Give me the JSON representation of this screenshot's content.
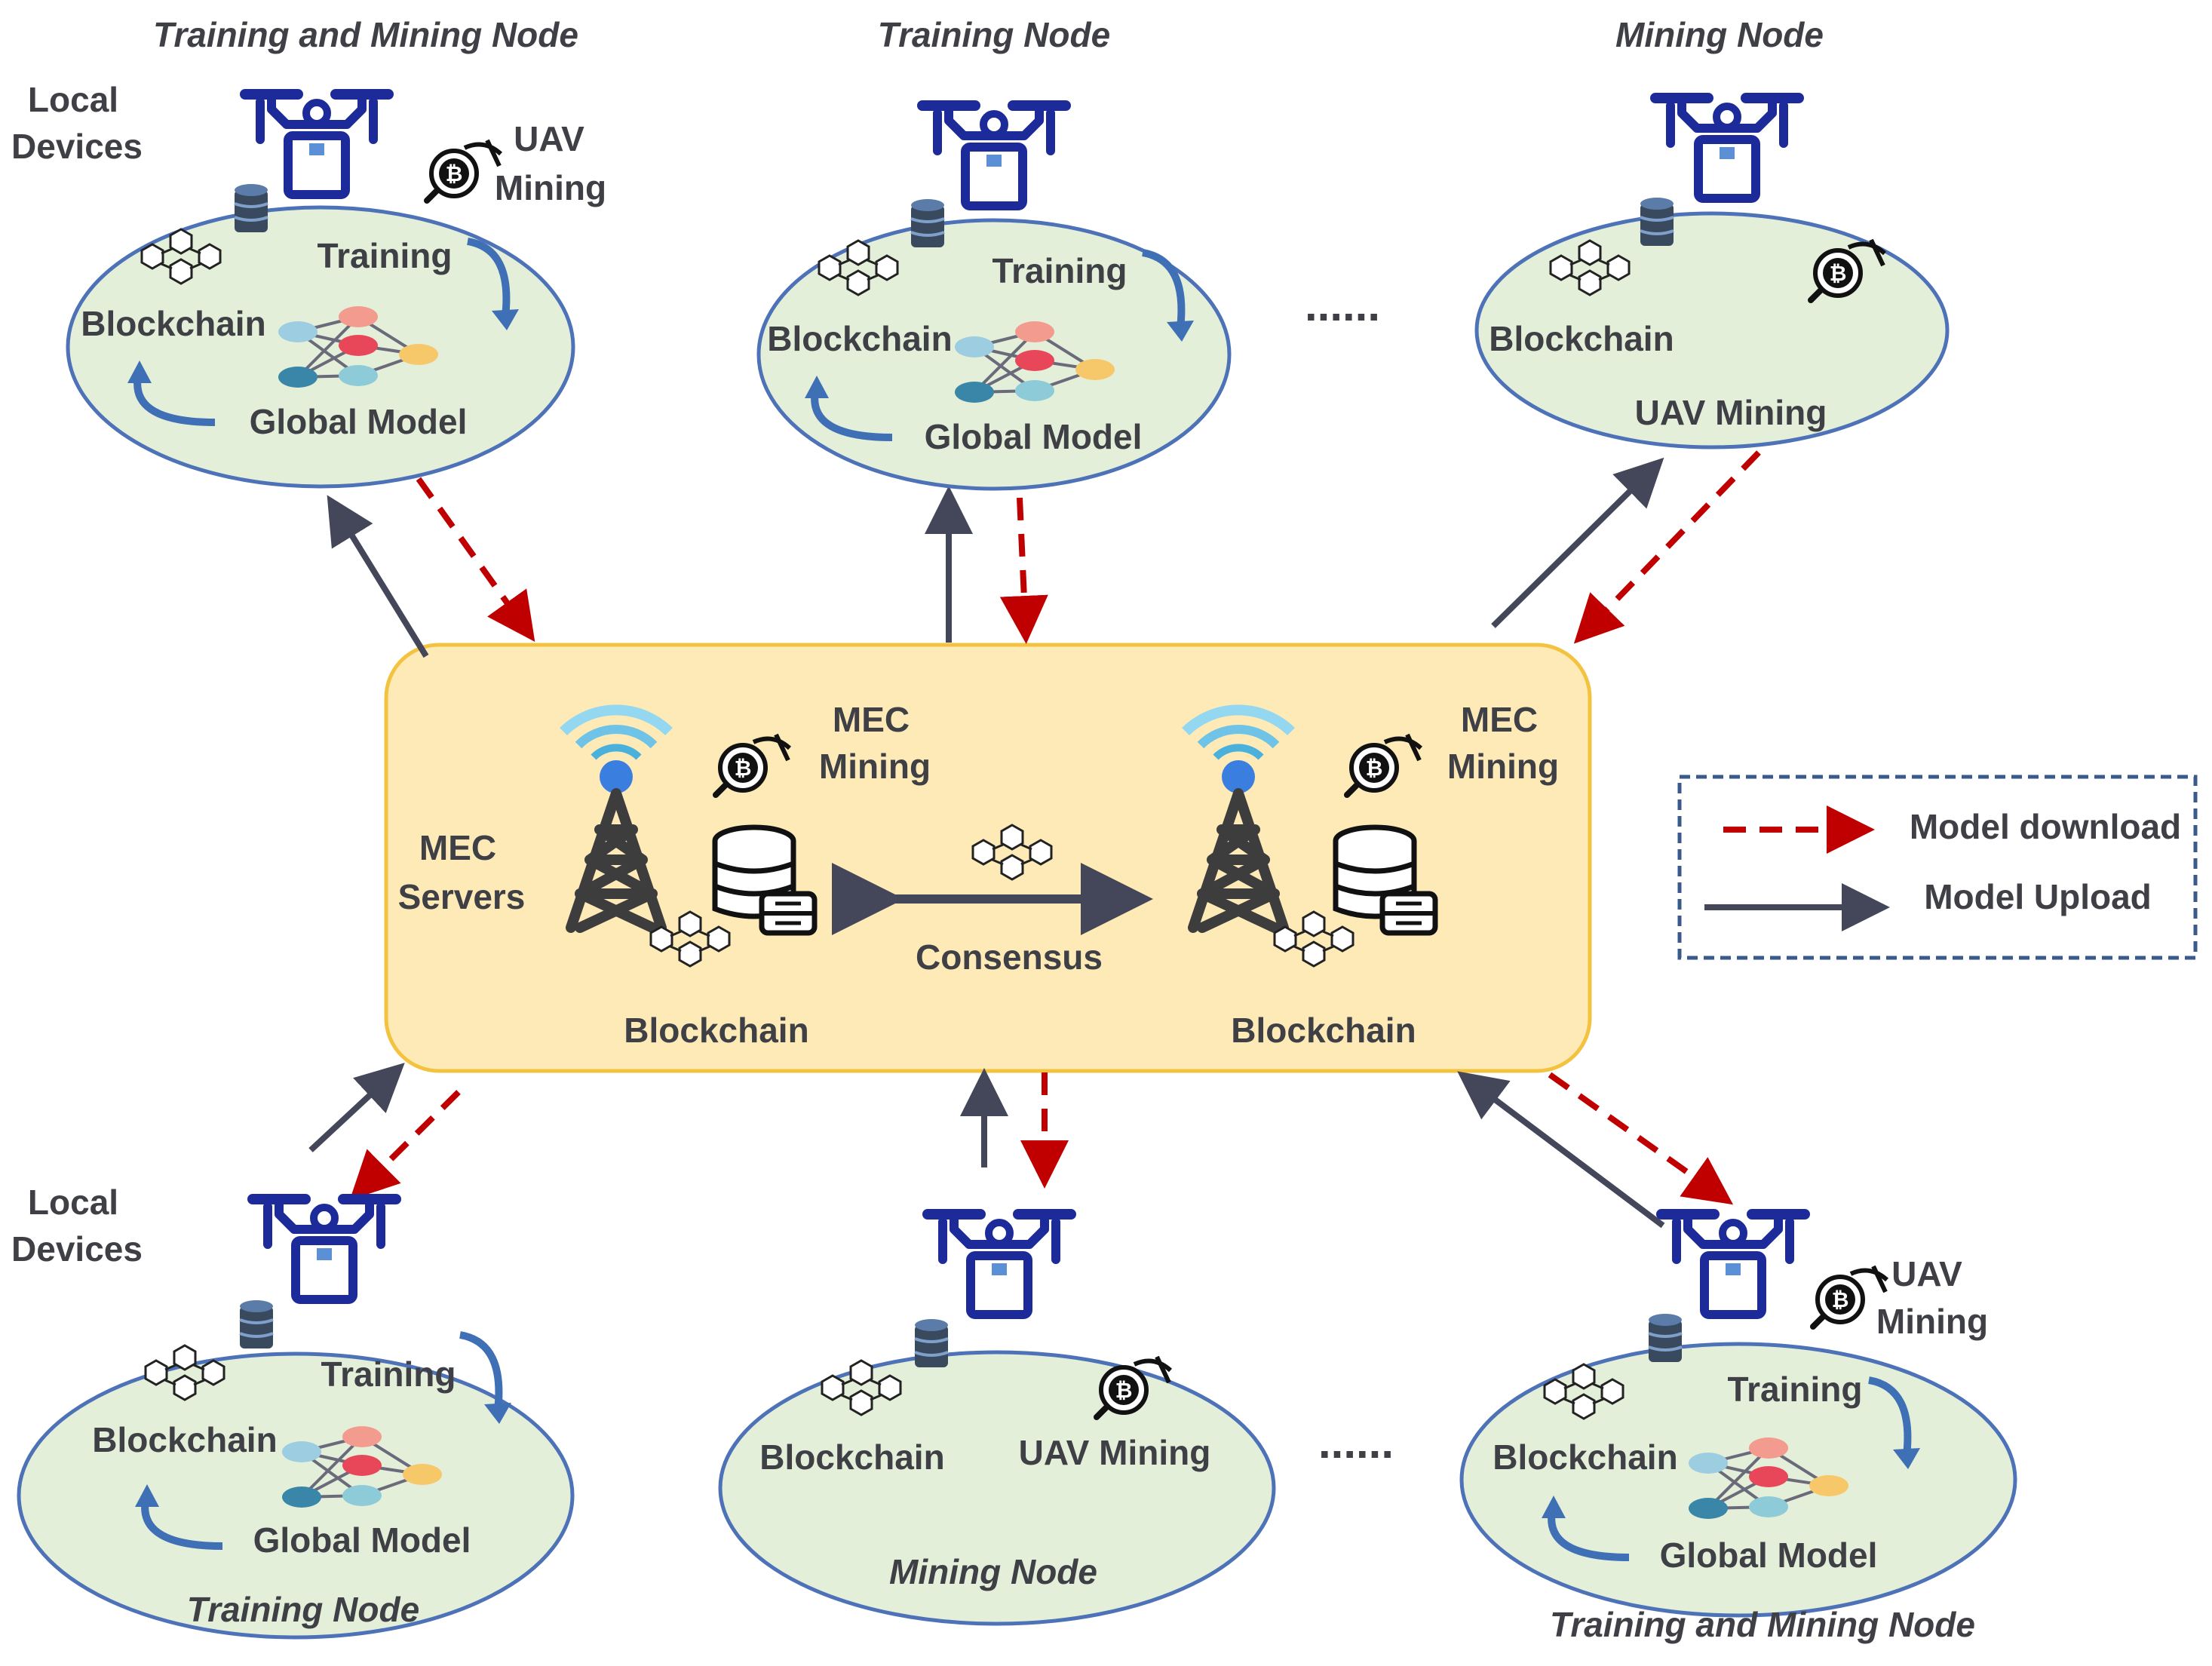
{
  "top_nodes": [
    {
      "title": "Training and Mining Node",
      "side_label_1": "Local",
      "side_label_2": "Devices",
      "mining_label_1": "UAV",
      "mining_label_2": "Mining",
      "blockchain": "Blockchain",
      "training": "Training",
      "global_model": "Global Model"
    },
    {
      "title": "Training Node",
      "blockchain": "Blockchain",
      "training": "Training",
      "global_model": "Global Model"
    },
    {
      "title": "Mining Node",
      "blockchain": "Blockchain",
      "uav_mining": "UAV Mining"
    }
  ],
  "bottom_nodes": [
    {
      "title": "Training Node",
      "side_label_1": "Local",
      "side_label_2": "Devices",
      "blockchain": "Blockchain",
      "training": "Training",
      "global_model": "Global Model"
    },
    {
      "title": "Mining Node",
      "blockchain": "Blockchain",
      "uav_mining": "UAV Mining"
    },
    {
      "title": "Training and Mining Node",
      "mining_label_1": "UAV",
      "mining_label_2": "Mining",
      "blockchain": "Blockchain",
      "training": "Training",
      "global_model": "Global Model"
    }
  ],
  "ellipsis": "......",
  "mec": {
    "servers_1": "MEC",
    "servers_2": "Servers",
    "mining_1": "MEC",
    "mining_2": "Mining",
    "blockchain": "Blockchain",
    "consensus": "Consensus"
  },
  "legend": {
    "download": "Model download",
    "upload": "Model Upload"
  },
  "colors": {
    "download": "#c00000",
    "upload": "#44475a",
    "mec_fill": "#fdeab7",
    "mec_border": "#f3c340",
    "node_fill": "#e4efd9",
    "node_border": "#4e72b8",
    "drone": "#1c2b99",
    "legend_border": "#3b5a8c"
  }
}
